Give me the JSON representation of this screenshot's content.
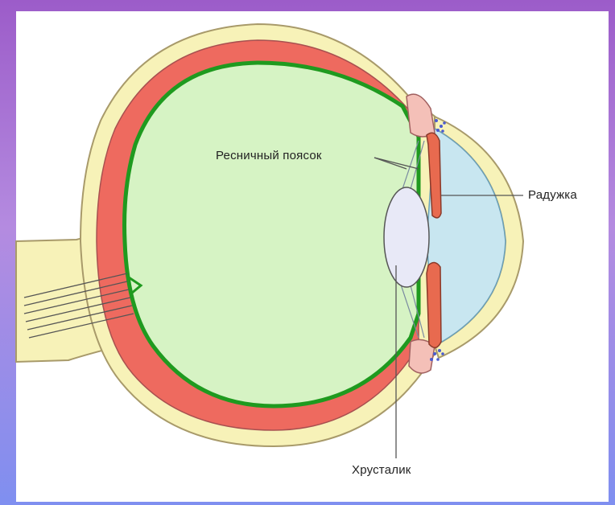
{
  "labels": {
    "zonule": "Ресничный поясок",
    "iris": "Радужка",
    "lens": "Хрусталик"
  },
  "colors": {
    "sclera": "#f7f2b8",
    "choroid": "#ee6a5f",
    "retina": "#1f9a1f",
    "vitreous": "#d6f3c4",
    "lens": "#e8e9f7",
    "cornea": "#f7f2b8",
    "anterior_chamber": "#c8e6f0",
    "iris": "#e86a4f",
    "ciliary_body": "#f4c0b8",
    "canal_dots": "#4a5bd0"
  }
}
